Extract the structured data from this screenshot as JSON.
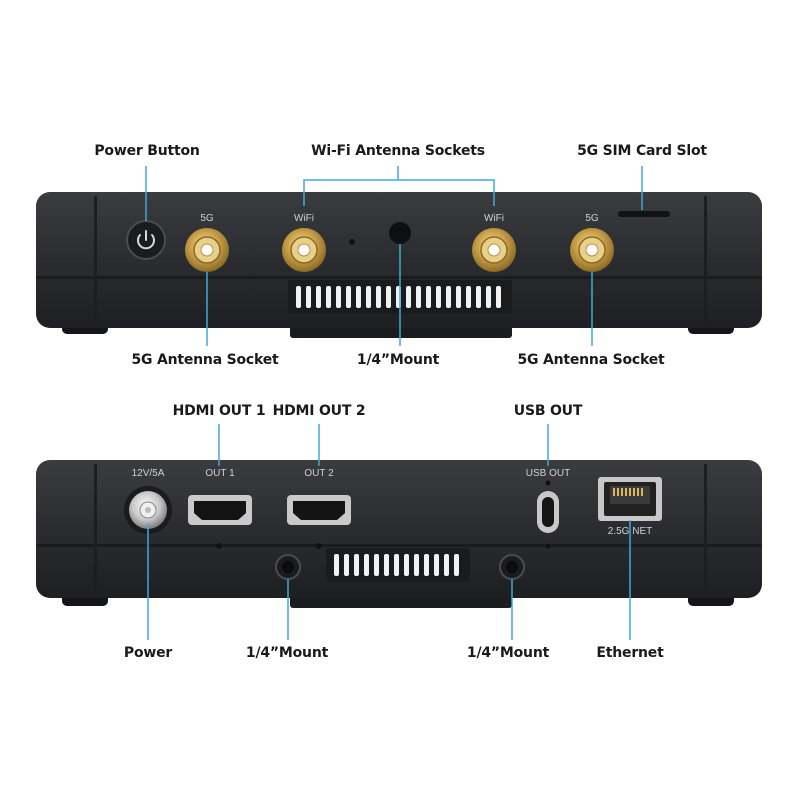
{
  "top_device": {
    "callouts": {
      "power_button": "Power Button",
      "wifi_antenna_sockets": "Wi-Fi Antenna Sockets",
      "sim_card_slot": "5G SIM Card Slot",
      "antenna_5g_left": "5G Antenna Socket",
      "mount": "1/4”Mount",
      "antenna_5g_right": "5G Antenna Socket"
    },
    "silkscreen": {
      "left_5g": "5G",
      "left_wifi": "WiFi",
      "right_wifi": "WiFi",
      "right_5g": "5G"
    }
  },
  "bottom_device": {
    "callouts": {
      "hdmi_out_1": "HDMI OUT 1",
      "hdmi_out_2": "HDMI OUT 2",
      "usb_out": "USB OUT",
      "power": "Power",
      "mount_left": "1/4”Mount",
      "mount_right": "1/4”Mount",
      "ethernet": "Ethernet"
    },
    "silkscreen": {
      "power_rating": "12V/5A",
      "out1": "OUT 1",
      "out2": "OUT 2",
      "usb_out": "USB OUT",
      "net": "2.5G NET"
    }
  },
  "colors": {
    "leader_line": "#3fa9e0",
    "body": "#2b2d30",
    "connector_gold": "#c9a24a"
  }
}
